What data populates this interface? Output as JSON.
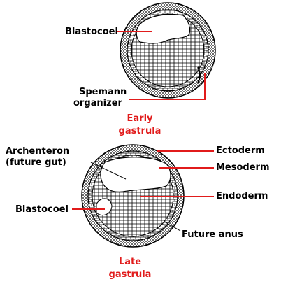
{
  "figure": {
    "early": {
      "title_line1": "Early",
      "title_line2": "gastrula",
      "labels": {
        "blastocoel": "Blastocoel",
        "spemann_line1": "Spemann",
        "spemann_line2": "organizer"
      }
    },
    "late": {
      "title_line1": "Late",
      "title_line2": "gastrula",
      "labels": {
        "archenteron_line1": "Archenteron",
        "archenteron_line2": "(future gut)",
        "blastocoel": "Blastocoel",
        "ectoderm": "Ectoderm",
        "mesoderm": "Mesoderm",
        "endoderm": "Endoderm",
        "future_anus": "Future anus"
      }
    },
    "colors": {
      "title_red": "#e11b1b",
      "leader_red": "#e11b1b",
      "outline": "#000000"
    }
  }
}
